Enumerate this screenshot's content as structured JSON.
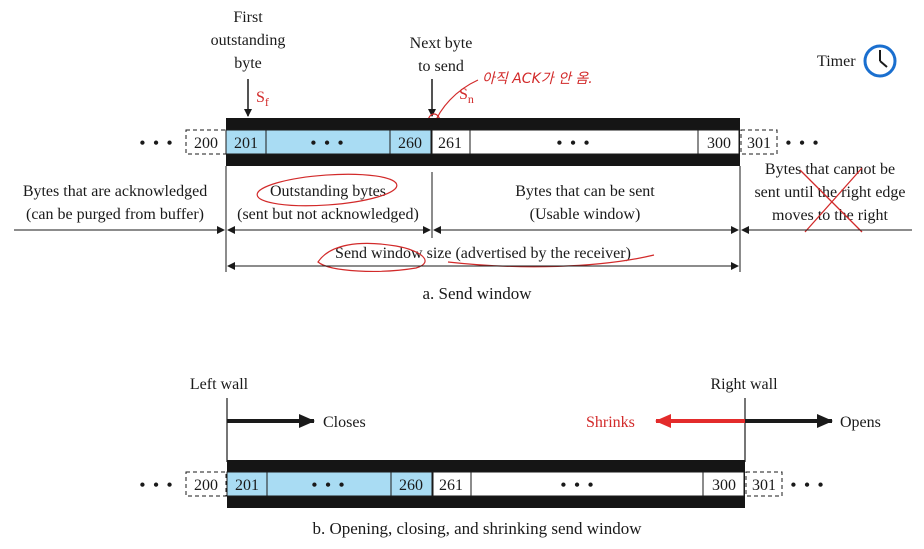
{
  "top": {
    "first_outstanding": [
      "First",
      "outstanding",
      "byte"
    ],
    "next_byte": [
      "Next byte",
      "to send"
    ],
    "timer_label": "Timer",
    "sf_label": "S",
    "sf_sub": "f",
    "sn_label": "S",
    "sn_sub": "n",
    "handwritten_note": "아직 ACK가 안 옴.",
    "dots": "• • •",
    "cells": {
      "c200": "200",
      "c201": "201",
      "c260": "260",
      "c261": "261",
      "c300": "300",
      "c301": "301"
    },
    "region_acked": [
      "Bytes that are acknowledged",
      "(can be purged from buffer)"
    ],
    "region_outstanding": [
      "Outstanding bytes",
      "(sent but not acknowledged)"
    ],
    "region_usable": [
      "Bytes that can be sent",
      "(Usable window)"
    ],
    "region_cannot": [
      "Bytes that cannot be",
      "sent until the right edge",
      "moves to the right"
    ],
    "send_window_size": "Send window size (advertised by the receiver)",
    "caption": "a. Send window"
  },
  "bottom": {
    "left_wall": "Left wall",
    "right_wall": "Right wall",
    "closes": "Closes",
    "shrinks": "Shrinks",
    "opens": "Opens",
    "dots": "• • •",
    "cells": {
      "c200": "200",
      "c201": "201",
      "c260": "260",
      "c261": "261",
      "c300": "300",
      "c301": "301"
    },
    "caption": "b. Opening, closing, and shrinking send window"
  },
  "colors": {
    "outstanding_fill": "#a9dcf3",
    "window_bar": "#151515",
    "annotation": "#d22a2a",
    "timer_icon": "#1a6fcf"
  }
}
